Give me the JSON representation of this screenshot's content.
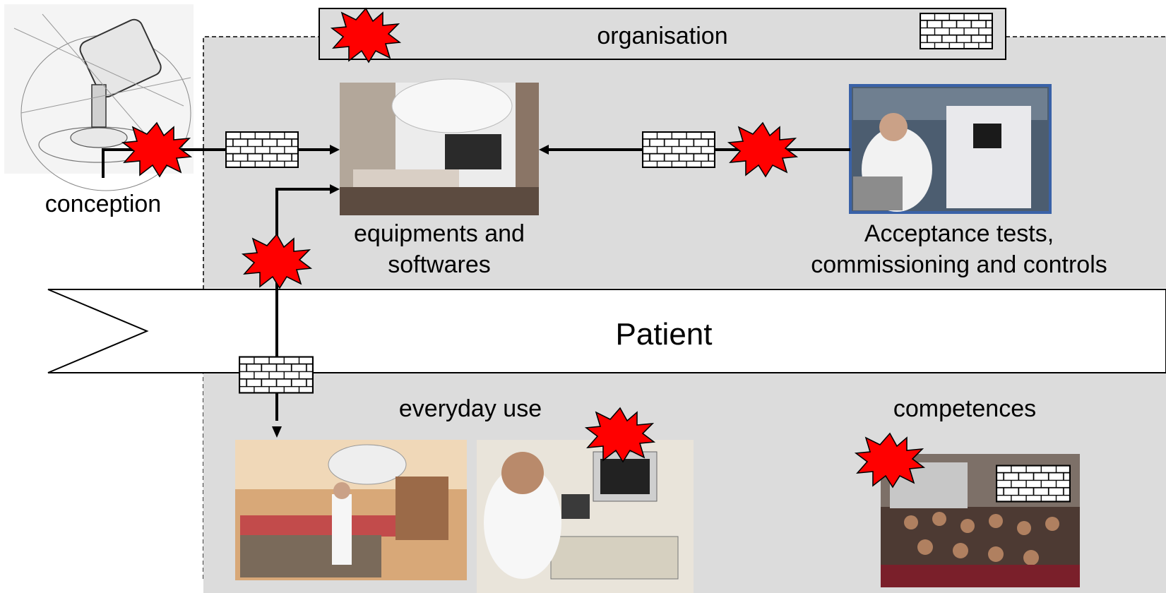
{
  "labels": {
    "organisation": "organisation",
    "conception": "conception",
    "equipments_line1": "equipments and",
    "equipments_line2": "softwares",
    "acceptance_line1": "Acceptance tests,",
    "acceptance_line2": "commissioning and controls",
    "patient": "Patient",
    "everyday_use": "everyday use",
    "competences": "competences"
  },
  "images": {
    "gantry_drawing": "linac-gantry-technical-drawing",
    "linac_photo": "linear-accelerator-photo",
    "acceptance_photo": "acceptance-testing-photo",
    "treatment_room_photo": "treatment-room-photo",
    "control_console_photo": "control-console-photo",
    "audience_photo": "training-audience-photo"
  },
  "icons": {
    "hazard": "red-starburst-hazard-icon",
    "barrier": "brick-wall-barrier-icon"
  },
  "colors": {
    "zone_fill": "#dcdcdc",
    "hazard_red": "#ff0000",
    "line": "#000000",
    "patient_band": "#ffffff"
  }
}
